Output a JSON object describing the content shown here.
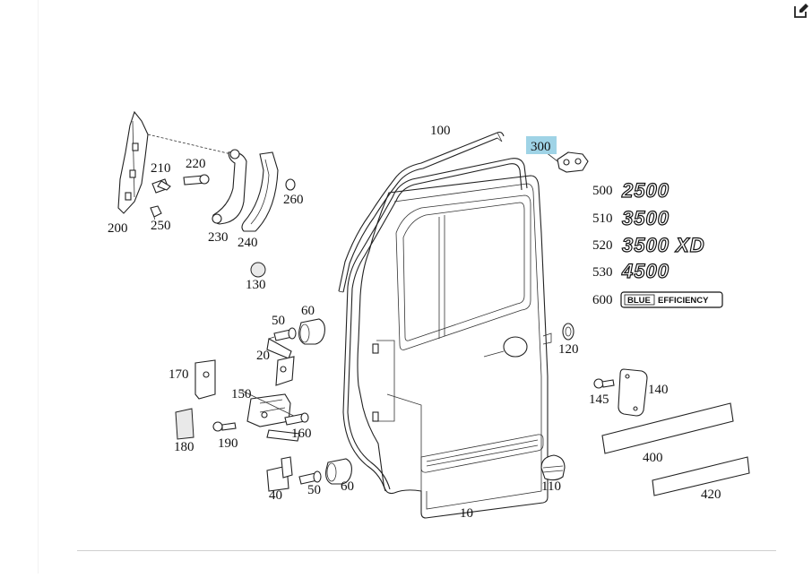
{
  "toolbar": {
    "edit_icon": "edit-icon"
  },
  "diagram": {
    "callouts": {
      "c10": "10",
      "c20": "20",
      "c40": "40",
      "c50a": "50",
      "c50b": "50",
      "c60a": "60",
      "c60b": "60",
      "c100": "100",
      "c110": "110",
      "c120": "120",
      "c130": "130",
      "c140": "140",
      "c145": "145",
      "c150": "150",
      "c160": "160",
      "c170": "170",
      "c180": "180",
      "c190": "190",
      "c200": "200",
      "c210": "210",
      "c220": "220",
      "c230": "230",
      "c240": "240",
      "c250": "250",
      "c260": "260",
      "c300": "300",
      "c400": "400",
      "c420": "420",
      "c500": "500",
      "c510": "510",
      "c520": "520",
      "c530": "530",
      "c600": "600"
    },
    "badges": {
      "b500": "2500",
      "b510": "3500",
      "b520": "3500 XD",
      "b530": "4500",
      "b600_left": "BLUE",
      "b600_right": "EFFICIENCY"
    },
    "highlight_color": "#9fd3e6"
  }
}
